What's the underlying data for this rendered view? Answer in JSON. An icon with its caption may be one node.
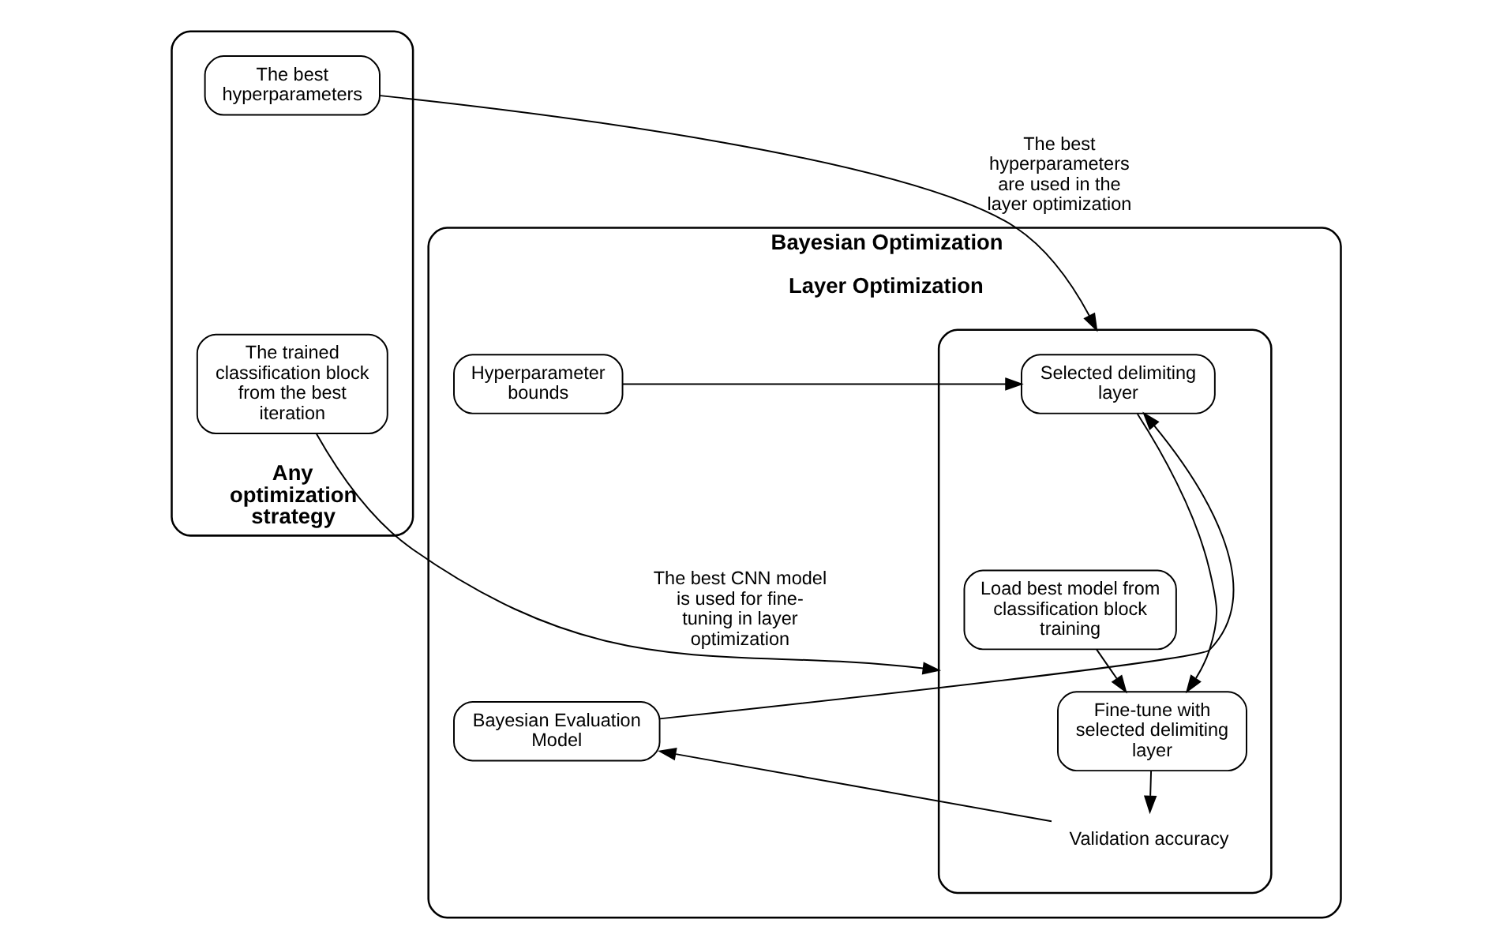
{
  "diagram": {
    "nodes": [
      {
        "text": [
          "Any optimization strategy"
        ]
      },
      {
        "text": [
          "The best hyperparameters"
        ],
        "in": 0
      },
      {
        "text": [
          "The trained classification block from the best iteration"
        ],
        "in": 0
      },
      {
        "text": [
          "Bayesian Optimization",
          "Layer Optimization"
        ]
      },
      {
        "text": [],
        "shape": "box",
        "in": 3
      },
      {
        "text": [
          "Selected delimiting layer"
        ],
        "in": 4
      },
      {
        "text": [
          "Load best model from classification block training"
        ],
        "in": 4
      },
      {
        "text": [
          "Fine-tune with selected delimiting layer"
        ],
        "in": 4
      },
      {
        "text": [
          "Validation accuracy"
        ],
        "in": 4
      },
      {
        "text": [
          "Hyperparameter bounds"
        ],
        "in": 3
      },
      {
        "text": [
          "Bayesian Evaluation Model"
        ],
        "in": 3
      }
    ],
    "edges": [
      {
        "from": 1,
        "to": 4,
        "arrow": "to",
        "label": "The best hyperparameters are used in the layer optimization"
      },
      {
        "from": 2,
        "to": 4,
        "arrow": "to",
        "label": "The best CNN model is used for fine-tuning in layer optimization"
      },
      {
        "from": 5,
        "to": 7,
        "arrow": "to"
      },
      {
        "from": 6,
        "to": 7,
        "arrow": "to"
      },
      {
        "from": 7,
        "to": 8,
        "arrow": "to"
      },
      {
        "from": 8,
        "to": 10,
        "arrow": "to"
      },
      {
        "from": 10,
        "to": 5,
        "arrow": "to"
      },
      {
        "from": 9,
        "to": 5,
        "arrow": "to"
      }
    ]
  }
}
